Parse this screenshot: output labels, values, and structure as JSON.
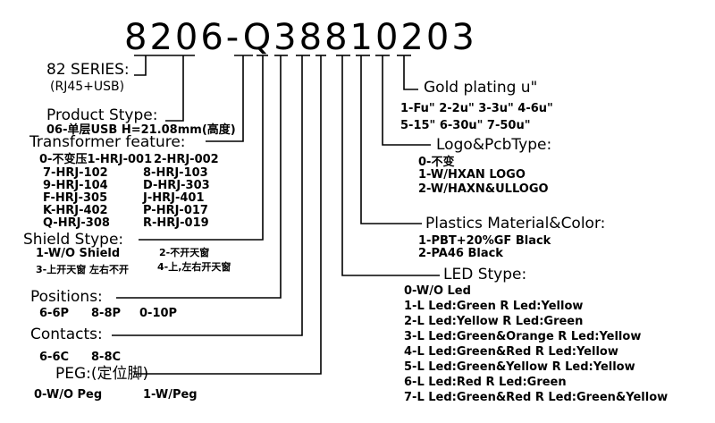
{
  "part_number": "8206-Q38810203",
  "series": {
    "label": "82 SERIES:",
    "sub": "(RJ45+USB)"
  },
  "product_stype": {
    "label": "Product Stype:",
    "items": [
      "06-单层USB H=21.08mm(高度)"
    ]
  },
  "transformer_feature": {
    "label": "Transformer feature:",
    "items": [
      [
        "0-不变压1-HRJ-001",
        "2-HRJ-002"
      ],
      [
        "7-HRJ-102",
        "8-HRJ-103"
      ],
      [
        "9-HRJ-104",
        "D-HRJ-303"
      ],
      [
        "F-HRJ-305",
        "J-HRJ-401"
      ],
      [
        "K-HRJ-402",
        "P-HRJ-017"
      ],
      [
        "Q-HRJ-308",
        "R-HRJ-019"
      ]
    ]
  },
  "shield_stype": {
    "label": "Shield Stype:",
    "items": [
      "1-W/O Shield",
      "2-不开天窗",
      "3-上开天窗 左右不开",
      "4-上,左右开天窗"
    ]
  },
  "positions": {
    "label": "Positions:",
    "items": [
      "6-6P",
      "8-8P",
      "0-10P"
    ]
  },
  "contacts": {
    "label": "Contacts:",
    "items": [
      "6-6C",
      "8-8C"
    ]
  },
  "peg": {
    "label": "PEG:(定位脚)",
    "items": [
      "0-W/O Peg",
      "1-W/Peg"
    ]
  },
  "gold_plating": {
    "label": "Gold plating u\"",
    "items": [
      "1-Fu\" 2-2u\" 3-3u\" 4-6u\"",
      "5-15\" 6-30u\" 7-50u\""
    ]
  },
  "logo_pcb": {
    "label": "Logo&PcbType:",
    "items": [
      "0-不变",
      "1-W/HXAN LOGO",
      "2-W/HAXN&ULLOGO"
    ]
  },
  "plastics": {
    "label": "Plastics Material&Color:",
    "items": [
      "1-PBT+20%GF Black",
      "2-PA46 Black"
    ]
  },
  "led_stype": {
    "label": "LED Stype:",
    "items": [
      "0-W/O Led",
      "1-L Led:Green R Led:Yellow",
      "2-L Led:Yellow R Led:Green",
      "3-L Led:Green&Orange R Led:Yellow",
      "4-L Led:Green&Red R Led:Yellow",
      "5-L Led:Green&Yellow R Led:Yellow",
      "6-L Led:Red R Led:Green",
      "7-L Led:Green&Red R Led:Green&Yellow"
    ]
  }
}
